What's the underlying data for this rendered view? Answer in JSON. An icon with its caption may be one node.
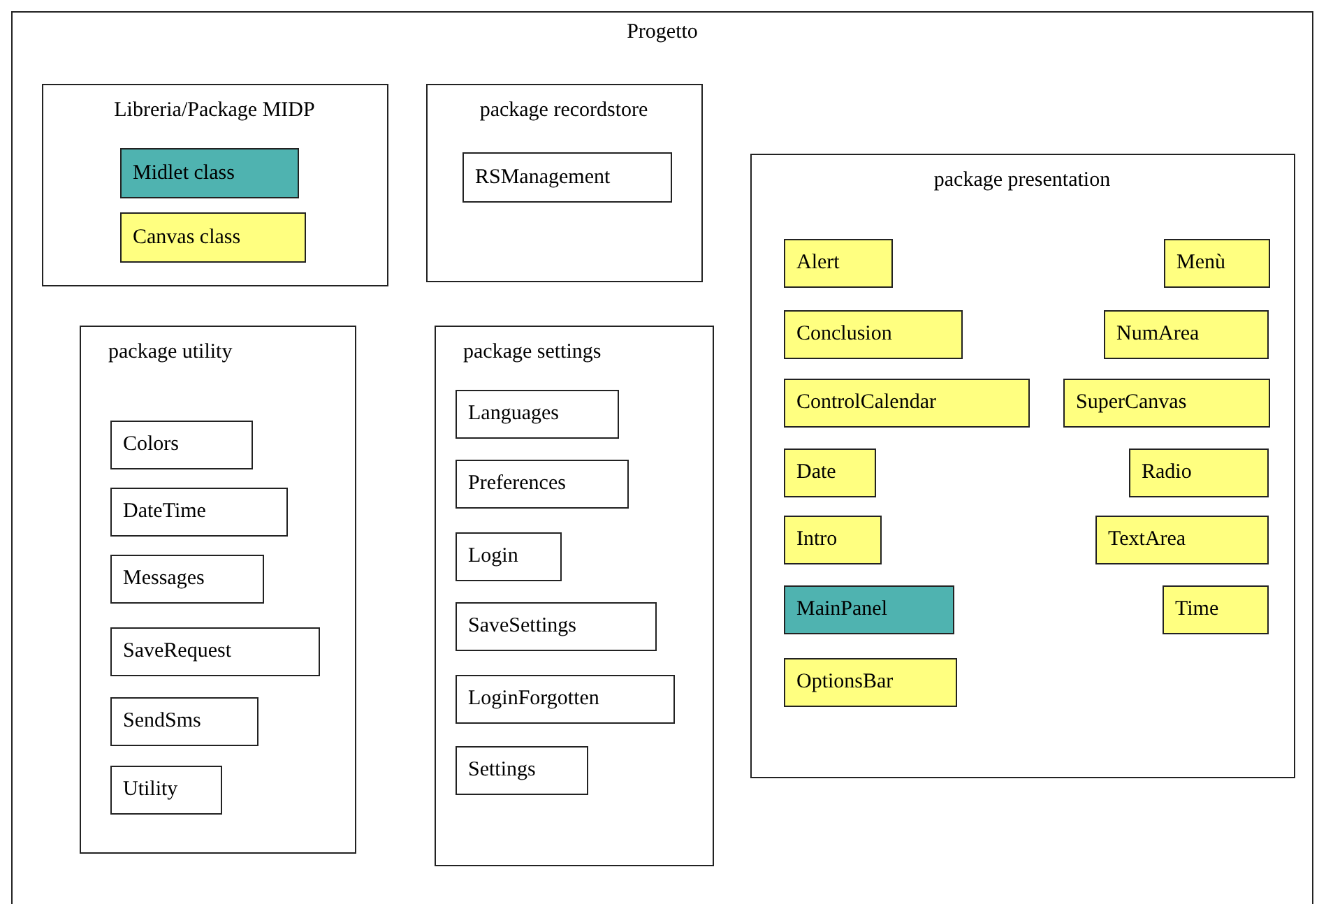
{
  "diagram": {
    "nodes": [
      {
        "text": [
          "Progetto"
        ]
      },
      {
        "text": [
          "Libreria/Package MIDP"
        ],
        "in": 0
      },
      {
        "text": [
          "Midlet class"
        ],
        "in": 1
      },
      {
        "text": [
          "Canvas class"
        ],
        "in": 1
      },
      {
        "text": [
          "package recordstore"
        ],
        "in": 0
      },
      {
        "text": [
          "RSManagement"
        ],
        "in": 4
      },
      {
        "text": [
          "package presentation"
        ],
        "in": 0
      },
      {
        "text": [
          "Alert"
        ],
        "in": 6
      },
      {
        "text": [
          "Menù"
        ],
        "in": 6
      },
      {
        "text": [
          "Conclusion"
        ],
        "in": 6
      },
      {
        "text": [
          "NumArea"
        ],
        "in": 6
      },
      {
        "text": [
          "ControlCalendar"
        ],
        "in": 6
      },
      {
        "text": [
          "SuperCanvas"
        ],
        "in": 6
      },
      {
        "text": [
          "Date"
        ],
        "in": 6
      },
      {
        "text": [
          "Radio"
        ],
        "in": 6
      },
      {
        "text": [
          "Intro"
        ],
        "in": 6
      },
      {
        "text": [
          "TextArea"
        ],
        "in": 6
      },
      {
        "text": [
          "MainPanel"
        ],
        "in": 6
      },
      {
        "text": [
          "Time"
        ],
        "in": 6
      },
      {
        "text": [
          "OptionsBar"
        ],
        "in": 6
      },
      {
        "text": [
          "package utility"
        ],
        "in": 0
      },
      {
        "text": [
          "Colors"
        ],
        "in": 20
      },
      {
        "text": [
          "DateTime"
        ],
        "in": 20
      },
      {
        "text": [
          "Messages"
        ],
        "in": 20
      },
      {
        "text": [
          "SaveRequest"
        ],
        "in": 20
      },
      {
        "text": [
          "SendSms"
        ],
        "in": 20
      },
      {
        "text": [
          "Utility"
        ],
        "in": 20
      },
      {
        "text": [
          "package settings"
        ],
        "in": 0
      },
      {
        "text": [
          "Languages"
        ],
        "in": 27
      },
      {
        "text": [
          "Preferences"
        ],
        "in": 27
      },
      {
        "text": [
          "Login"
        ],
        "in": 27
      },
      {
        "text": [
          "SaveSettings"
        ],
        "in": 27
      },
      {
        "text": [
          "LoginForgotten"
        ],
        "in": 27
      },
      {
        "text": [
          "Settings"
        ],
        "in": 27
      }
    ]
  }
}
